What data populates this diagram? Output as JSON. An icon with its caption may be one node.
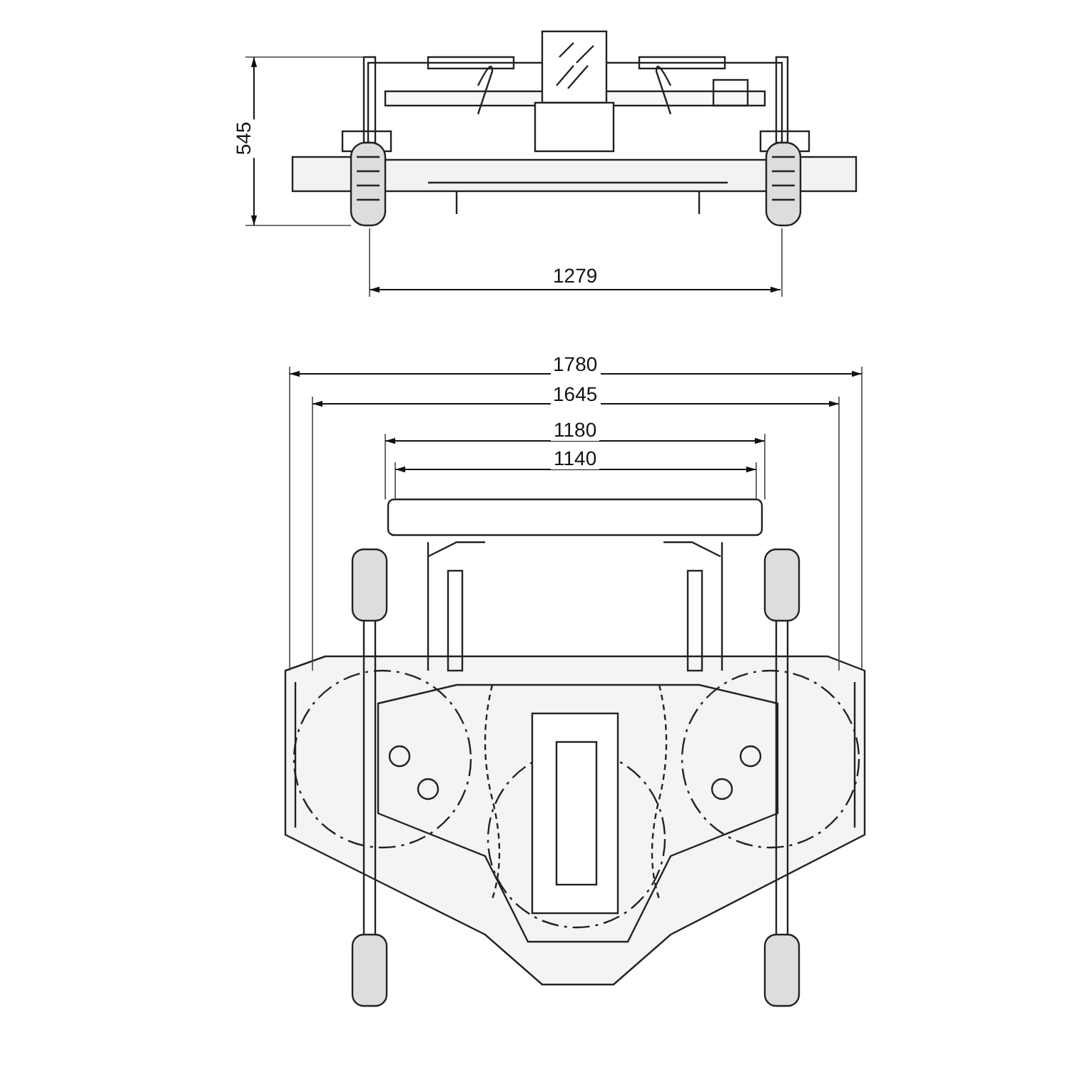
{
  "diagram": {
    "labels": [
      "545",
      "1279",
      "1780",
      "1645",
      "1180",
      "1140"
    ]
  }
}
